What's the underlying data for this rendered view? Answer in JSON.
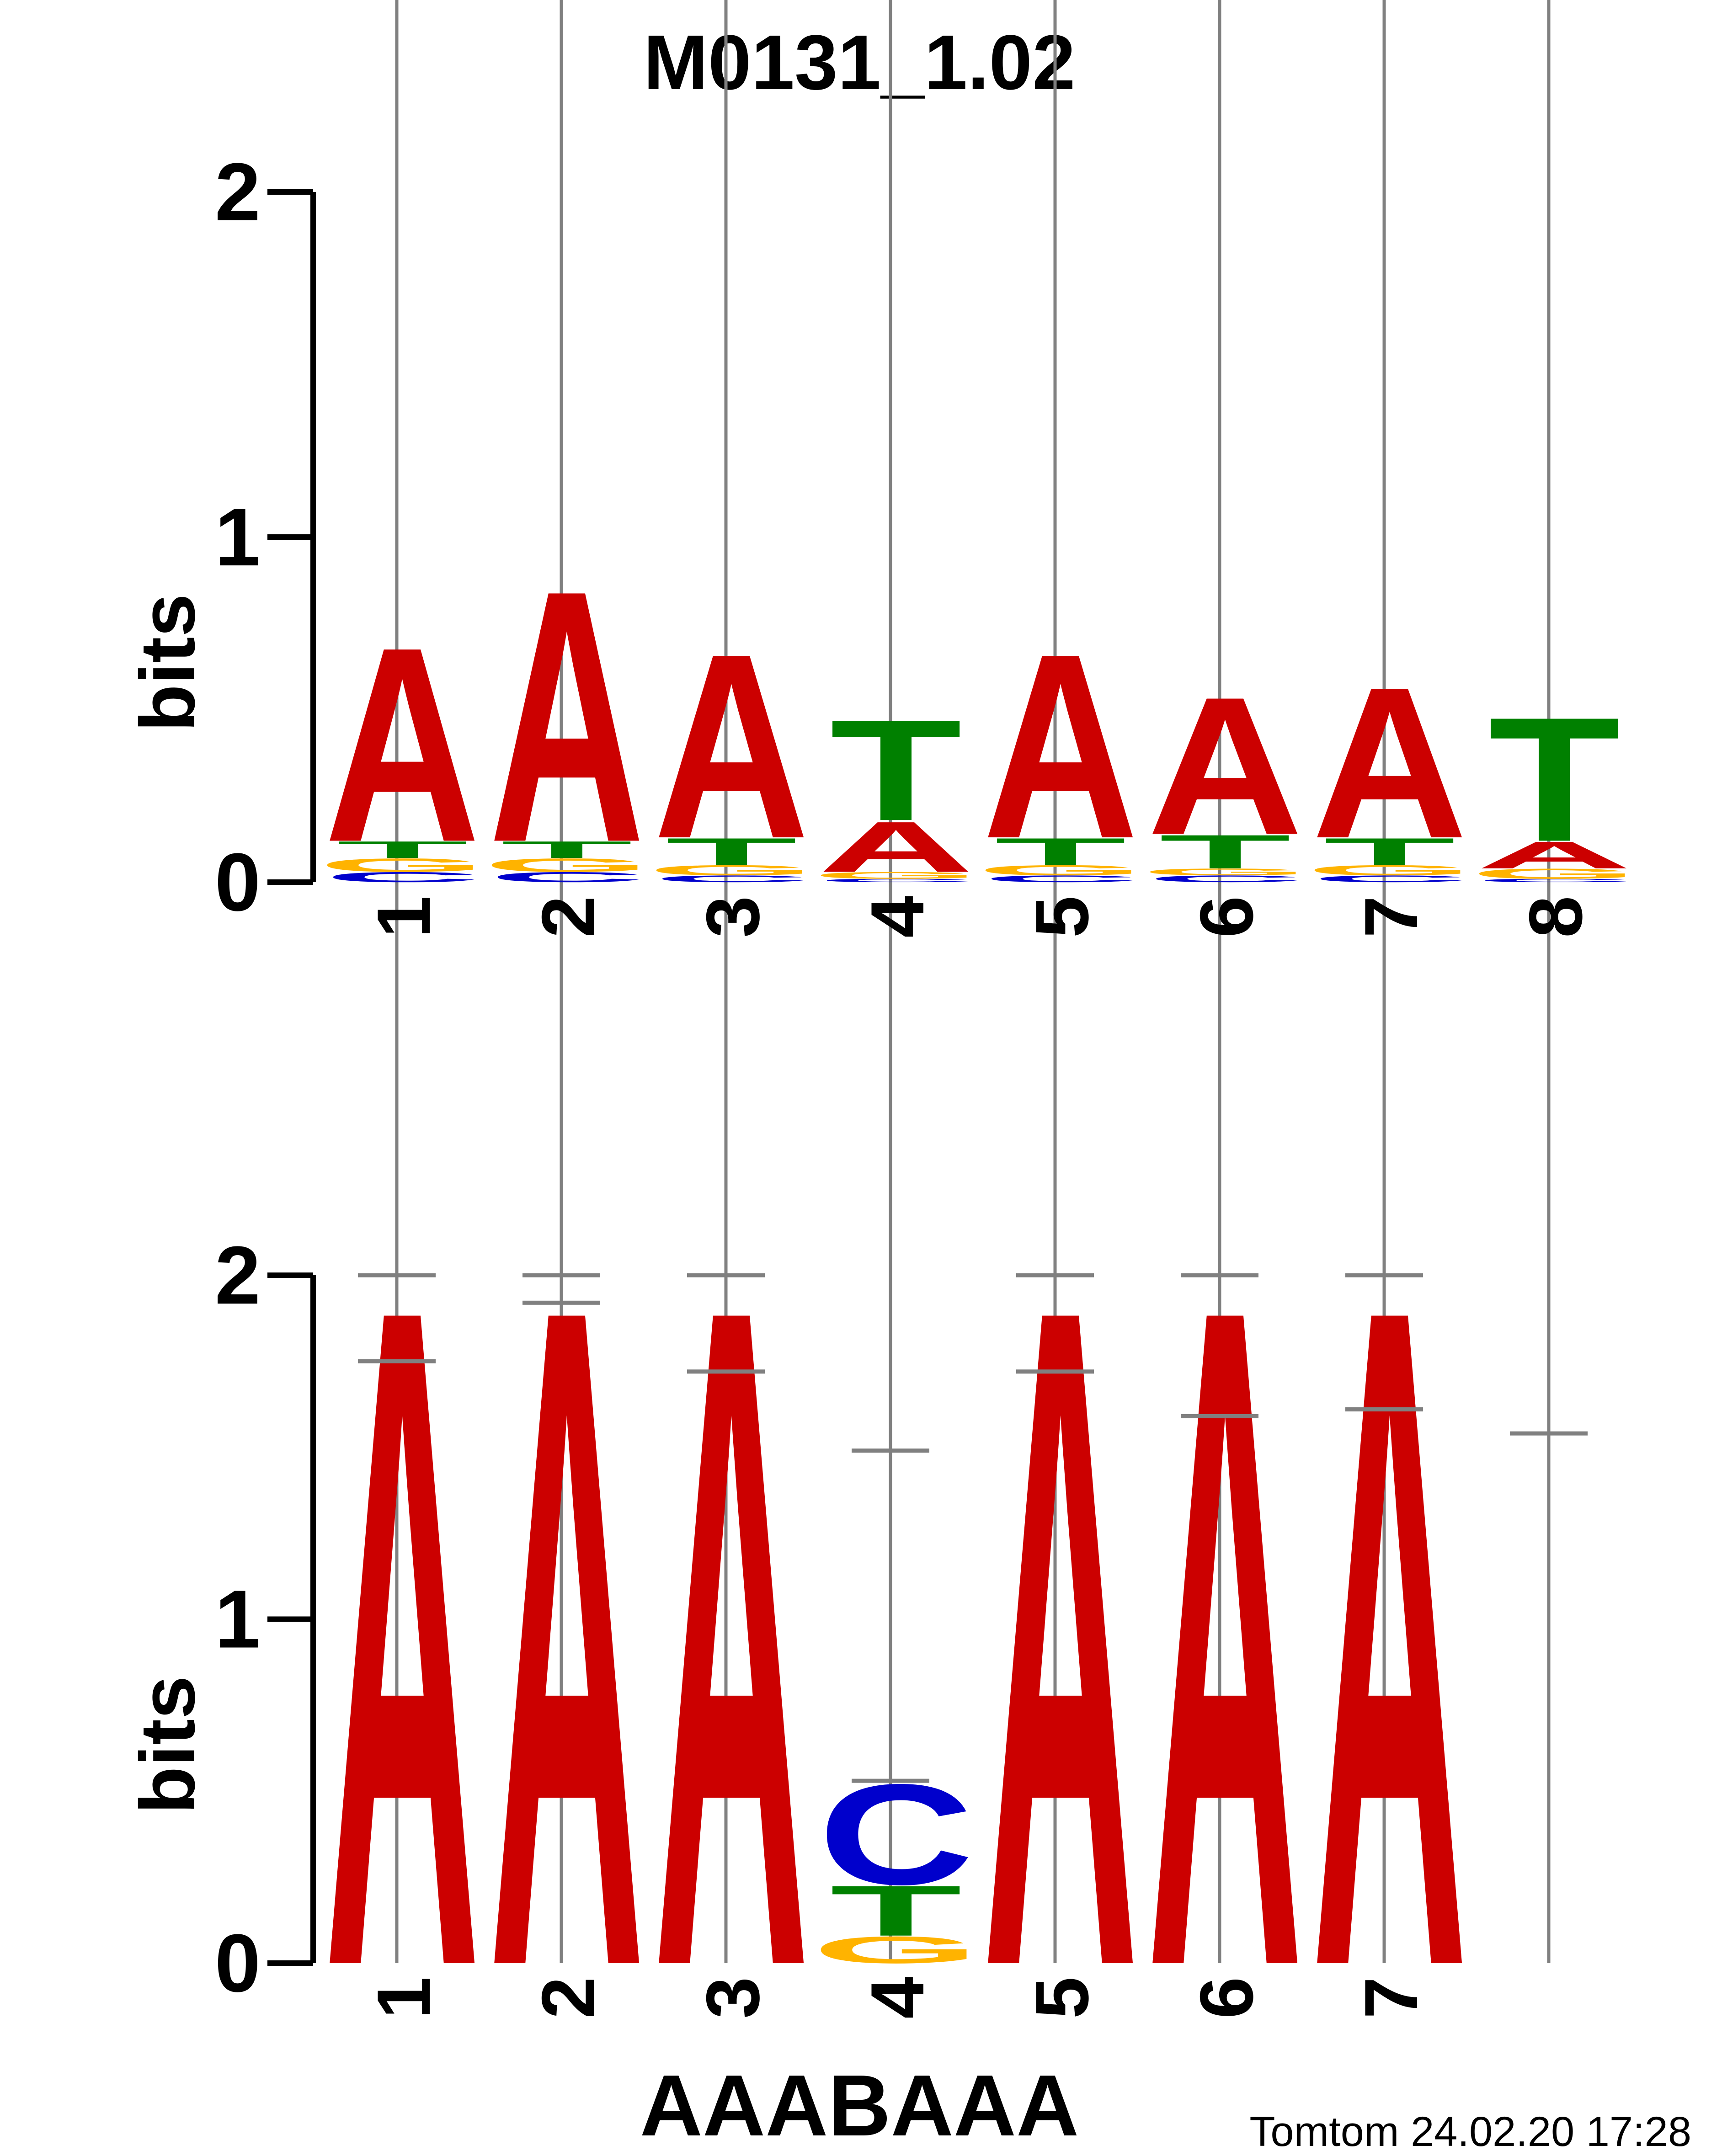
{
  "title": "M0131_1.02",
  "consensus": "AAABAAA",
  "footer": "Tomtom 24.02.20 17:28",
  "colors": {
    "A": "#cc0000",
    "C": "#0000cc",
    "G": "#ffb300",
    "T": "#008000",
    "errorbar": "#808080",
    "axis": "#000000"
  },
  "chart_data": [
    {
      "type": "sequence_logo",
      "name": "M0131_1.02",
      "ylabel": "bits",
      "ylim": [
        0,
        2
      ],
      "yticks": [
        "0",
        "1",
        "2"
      ],
      "positions": [
        {
          "label": "1",
          "stack": [
            {
              "base": "C",
              "bits": 0.03
            },
            {
              "base": "G",
              "bits": 0.04
            },
            {
              "base": "T",
              "bits": 0.05
            },
            {
              "base": "A",
              "bits": 0.58
            }
          ]
        },
        {
          "label": "2",
          "stack": [
            {
              "base": "C",
              "bits": 0.03
            },
            {
              "base": "G",
              "bits": 0.04
            },
            {
              "base": "T",
              "bits": 0.05
            },
            {
              "base": "A",
              "bits": 0.75
            }
          ]
        },
        {
          "label": "3",
          "stack": [
            {
              "base": "C",
              "bits": 0.02
            },
            {
              "base": "G",
              "bits": 0.03
            },
            {
              "base": "T",
              "bits": 0.08
            },
            {
              "base": "A",
              "bits": 0.55
            }
          ]
        },
        {
          "label": "4",
          "stack": [
            {
              "base": "C",
              "bits": 0.01
            },
            {
              "base": "G",
              "bits": 0.02
            },
            {
              "base": "A",
              "bits": 0.15
            },
            {
              "base": "T",
              "bits": 0.3
            }
          ]
        },
        {
          "label": "5",
          "stack": [
            {
              "base": "C",
              "bits": 0.02
            },
            {
              "base": "G",
              "bits": 0.03
            },
            {
              "base": "T",
              "bits": 0.08
            },
            {
              "base": "A",
              "bits": 0.55
            }
          ]
        },
        {
          "label": "6",
          "stack": [
            {
              "base": "C",
              "bits": 0.02
            },
            {
              "base": "G",
              "bits": 0.02
            },
            {
              "base": "T",
              "bits": 0.1
            },
            {
              "base": "A",
              "bits": 0.41
            }
          ]
        },
        {
          "label": "7",
          "stack": [
            {
              "base": "C",
              "bits": 0.02
            },
            {
              "base": "G",
              "bits": 0.03
            },
            {
              "base": "T",
              "bits": 0.08
            },
            {
              "base": "A",
              "bits": 0.45
            }
          ]
        },
        {
          "label": "8",
          "stack": [
            {
              "base": "C",
              "bits": 0.01
            },
            {
              "base": "G",
              "bits": 0.03
            },
            {
              "base": "A",
              "bits": 0.08
            },
            {
              "base": "T",
              "bits": 0.37
            }
          ]
        }
      ],
      "error_bars": []
    },
    {
      "type": "sequence_logo",
      "name": "AAABAAA",
      "ylabel": "bits",
      "ylim": [
        0,
        2
      ],
      "yticks": [
        "0",
        "1",
        "2"
      ],
      "positions": [
        {
          "label": "1",
          "stack": [
            {
              "base": "A",
              "bits": 1.97
            }
          ]
        },
        {
          "label": "2",
          "stack": [
            {
              "base": "A",
              "bits": 1.97
            }
          ]
        },
        {
          "label": "3",
          "stack": [
            {
              "base": "A",
              "bits": 1.97
            }
          ]
        },
        {
          "label": "4",
          "stack": [
            {
              "base": "G",
              "bits": 0.08
            },
            {
              "base": "T",
              "bits": 0.15
            },
            {
              "base": "C",
              "bits": 0.3
            }
          ]
        },
        {
          "label": "5",
          "stack": [
            {
              "base": "A",
              "bits": 1.97
            }
          ]
        },
        {
          "label": "6",
          "stack": [
            {
              "base": "A",
              "bits": 1.97
            }
          ]
        },
        {
          "label": "7",
          "stack": [
            {
              "base": "A",
              "bits": 1.97
            }
          ]
        }
      ],
      "error_bars": [
        {
          "position": 1,
          "low": 1.75,
          "high": 2.0
        },
        {
          "position": 2,
          "low": 1.92,
          "high": 2.0
        },
        {
          "position": 3,
          "low": 1.72,
          "high": 2.0
        },
        {
          "position": 4,
          "low": 1.49,
          "high": 0.53
        },
        {
          "position": 5,
          "low": 1.72,
          "high": 2.0
        },
        {
          "position": 6,
          "low": 1.59,
          "high": 2.0
        },
        {
          "position": 7,
          "low": 1.61,
          "high": 2.0
        },
        {
          "position": 8,
          "low": 1.54,
          "high": null
        }
      ]
    }
  ]
}
